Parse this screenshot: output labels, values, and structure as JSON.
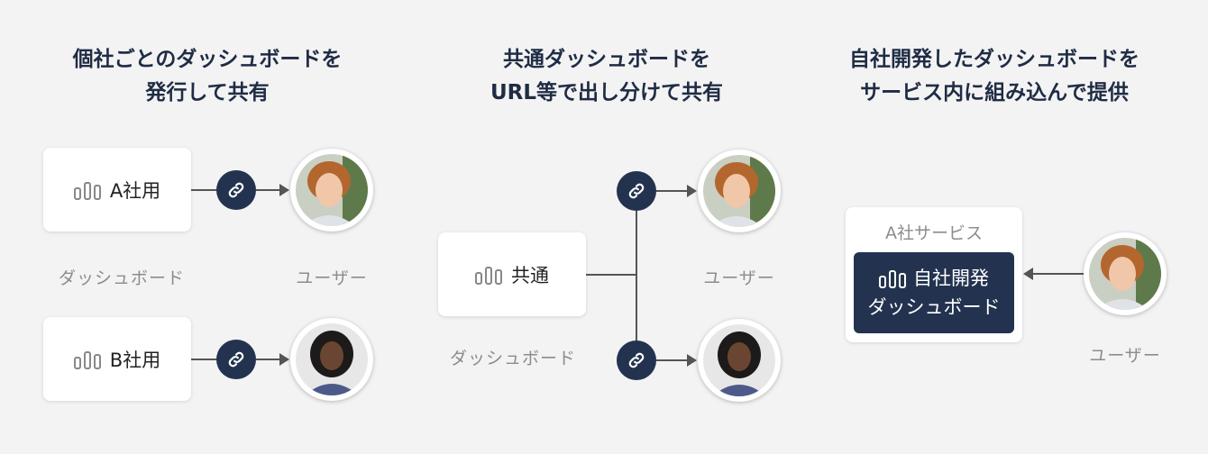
{
  "columns": [
    {
      "title_line1": "個社ごとのダッシュボードを",
      "title_line2": "発行して共有",
      "dashboard_a": "A社用",
      "dashboard_b": "B社用",
      "dashboard_caption": "ダッシュボード",
      "user_caption": "ユーザー"
    },
    {
      "title_line1": "共通ダッシュボードを",
      "title_line2": "URL等で出し分けて共有",
      "dashboard": "共通",
      "dashboard_caption": "ダッシュボード",
      "user_caption": "ユーザー"
    },
    {
      "title_line1": "自社開発したダッシュボードを",
      "title_line2": "サービス内に組み込んで提供",
      "service_label": "A社サービス",
      "embedded_line1": "自社開発",
      "embedded_line2": "ダッシュボード",
      "user_caption": "ユーザー"
    }
  ],
  "colors": {
    "navy": "#23334f",
    "background": "#f3f3f4",
    "caption": "#8c8c8c"
  },
  "icons": [
    "bar-chart-icon",
    "link-icon",
    "user-avatar"
  ]
}
